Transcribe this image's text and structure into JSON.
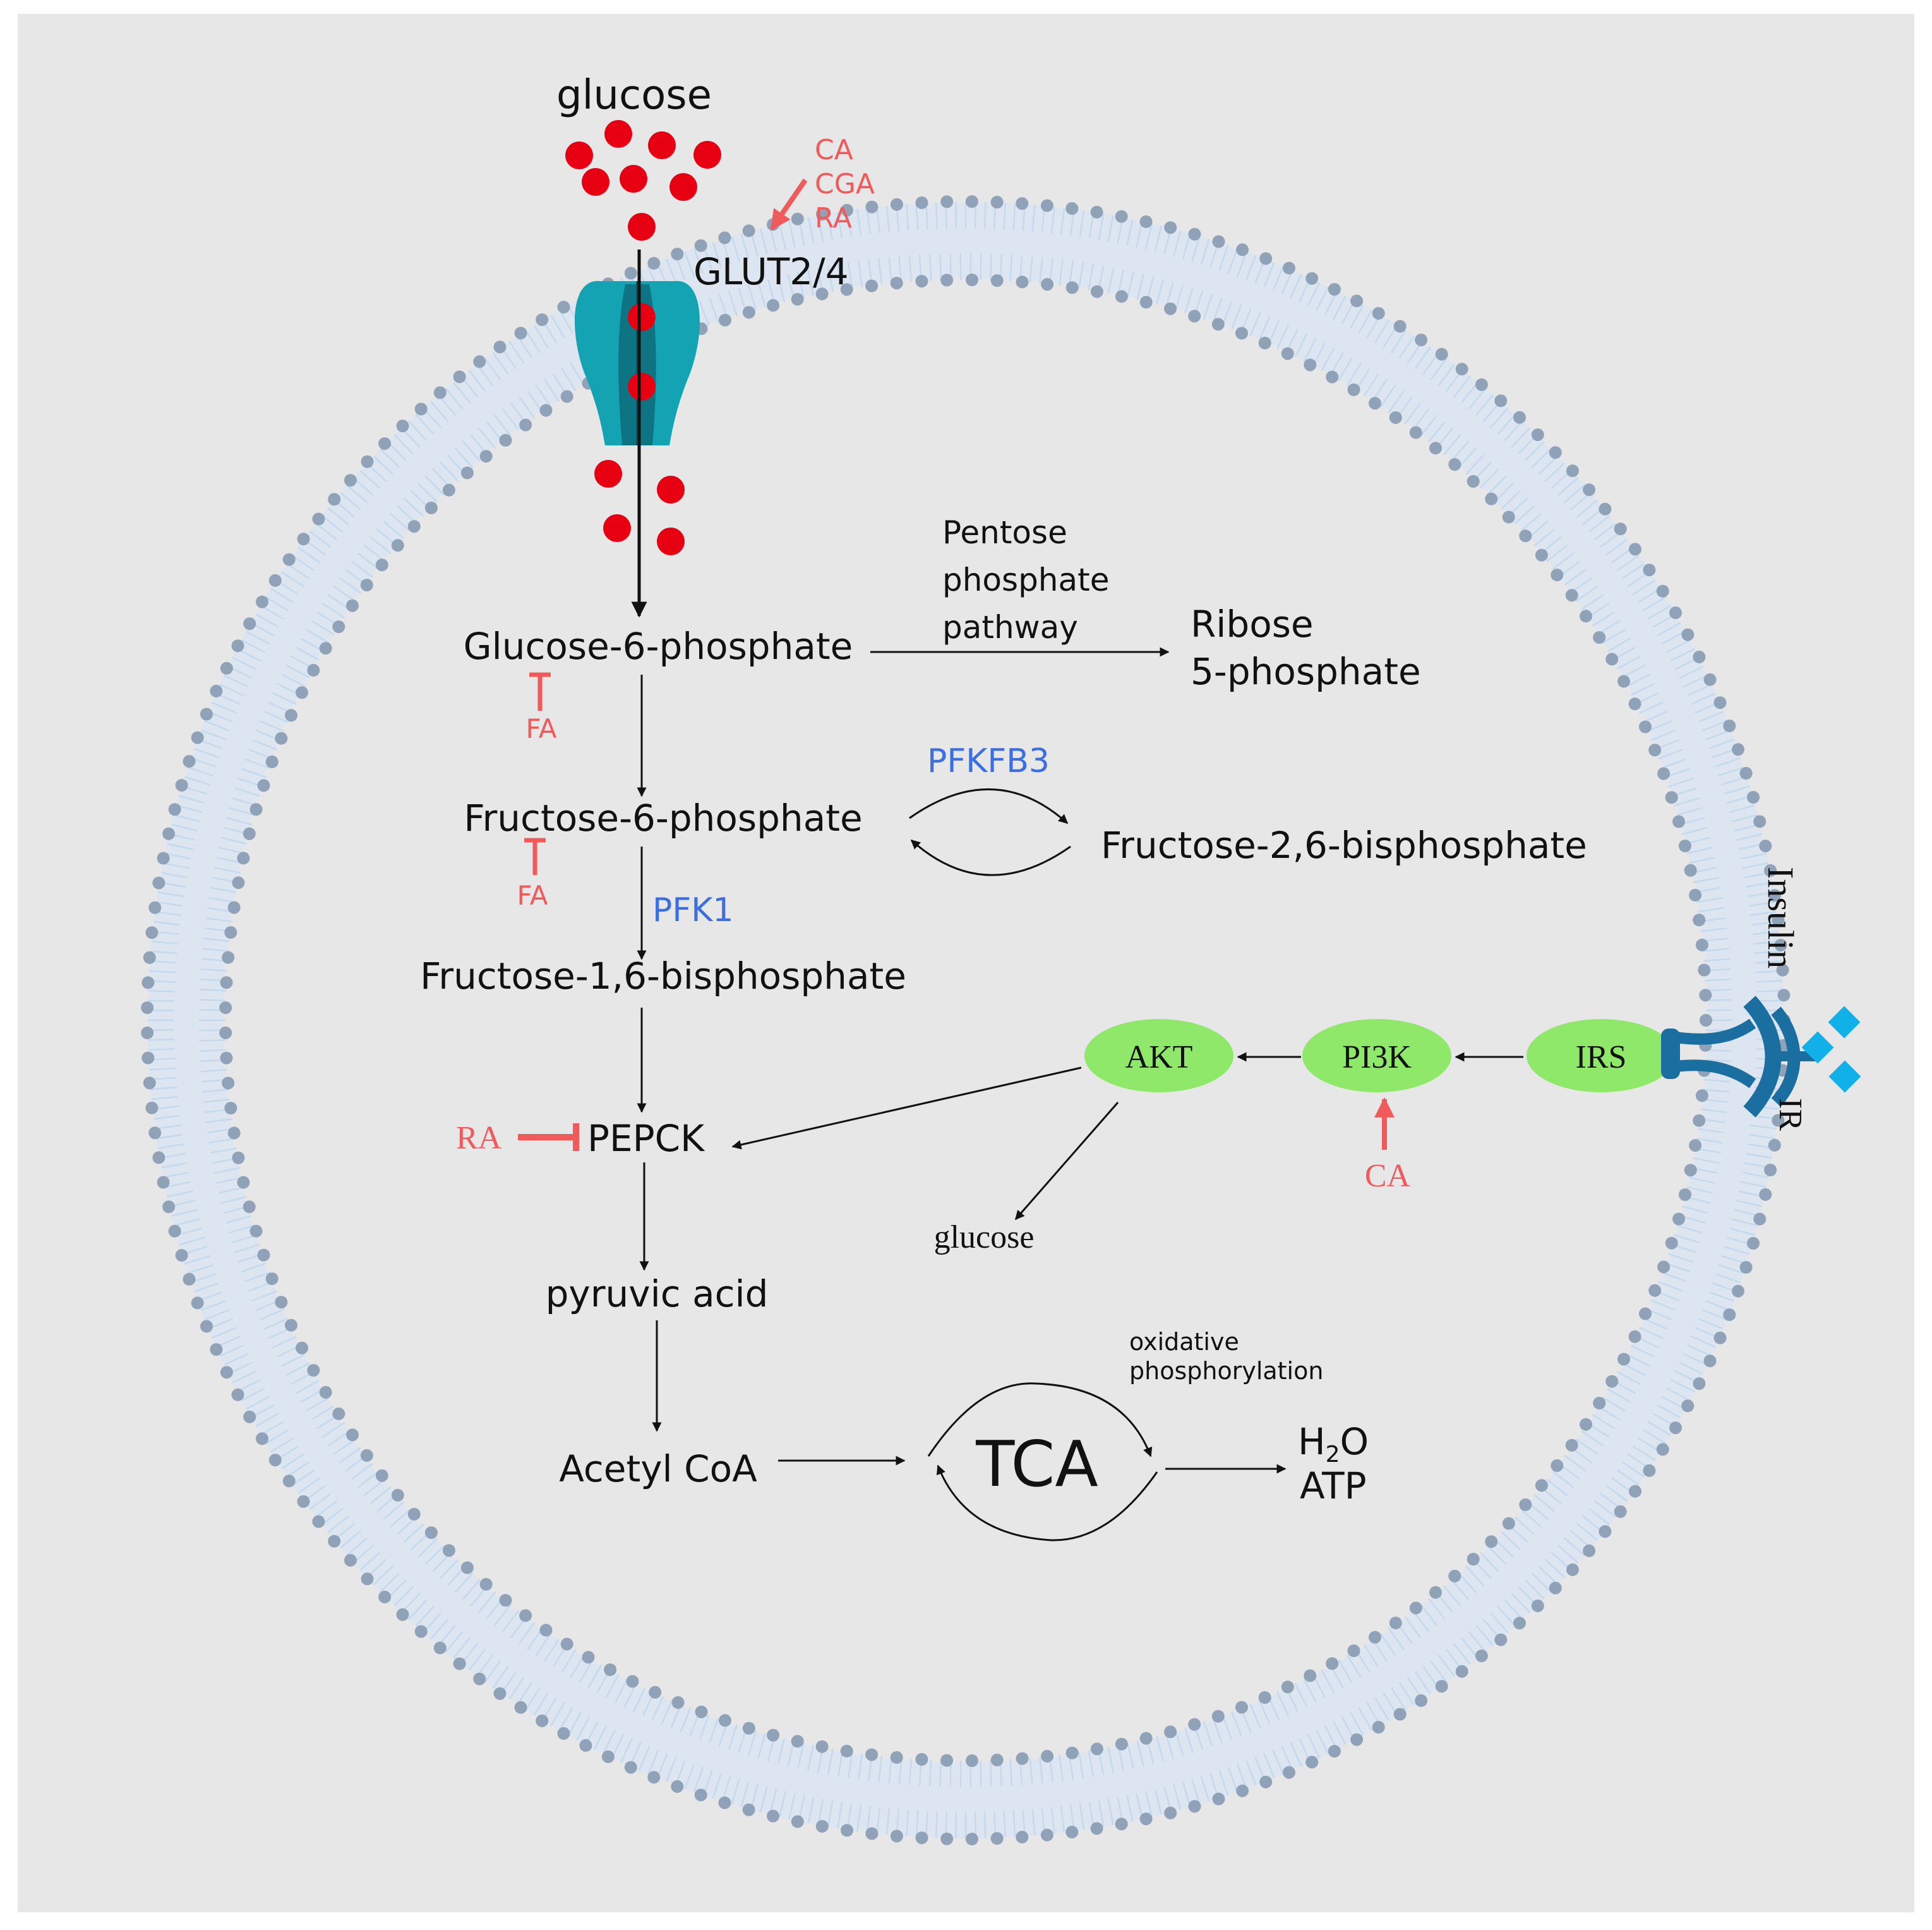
{
  "colors": {
    "background": "#e7e7e7",
    "membrane_dot": "#8fa2b8",
    "membrane_tail": "#c4d9ee",
    "text": "#111111",
    "inhibitor_red": "#f05a5a",
    "glucose_red": "#e60012",
    "enzyme_blue": "#3b6ee0",
    "transporter_teal": "#14a3b3",
    "transporter_dark": "#0d6f7d",
    "signal_green": "#8fe86a",
    "receptor_blue": "#1a6fa0",
    "insulin_cyan": "#12b0e8"
  },
  "labels": {
    "glucose_outside": "glucose",
    "glut": "GLUT2/4",
    "compounds": [
      "CA",
      "CGA",
      "RA"
    ],
    "g6p": "Glucose-6-phosphate",
    "ppp": [
      "Pentose",
      "phosphate",
      "pathway"
    ],
    "r5p": [
      "Ribose",
      "5-phosphate"
    ],
    "fa_1": "FA",
    "f6p": "Fructose-6-phosphate",
    "pfkfb3": "PFKFB3",
    "f26bp": "Fructose-2,6-bisphosphate",
    "fa_2": "FA",
    "pfk1": "PFK1",
    "f16bp": "Fructose-1,6-bisphosphate",
    "ra_inhibitor": "RA",
    "pepck": "PEPCK",
    "pyruvic_acid": "pyruvic acid",
    "acetyl_coa": "Acetyl CoA",
    "tca": "TCA",
    "oxphos": [
      "oxidative",
      "phosphorylation"
    ],
    "h2o_h": "H",
    "h2o_sub": "2",
    "h2o_o": "O",
    "atp": "ATP",
    "akt": "AKT",
    "pi3k": "PI3K",
    "irs": "IRS",
    "ca_activator": "CA",
    "glucose_inside": "glucose",
    "insulin": "Insulin",
    "ir": "IR"
  }
}
